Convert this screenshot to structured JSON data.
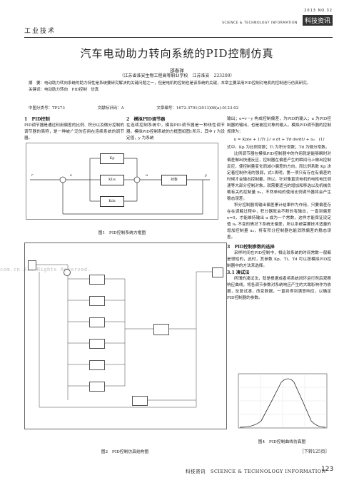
{
  "header": {
    "section": "工业技术",
    "year_issue": "2013 NO.32",
    "journal_en": "SCIENCE & TECHNOLOGY INFORMATION",
    "brand": "科技资讯"
  },
  "paper": {
    "title": "汽车电动助力转向系统的PID控制仿真",
    "author": "邵春祥",
    "affiliation": "（江苏省淮安生物工程高等职业学校　江苏淮安　223200）",
    "abstract": "摘　要：电动助力转向系统的助力特性是系统要研究解决的关键问题之一，但是电机的控制也是该系统的关键，本章主要采用PID控制对电机的控制进行仿真研究。",
    "keywords": "关键词：电动助力转向　PID控制　仿真",
    "clc": "中图分类号：TP273",
    "doc_code": "文献标识码：A",
    "article_id": "文章编号：1672-3791(2013)08(a)-0123-02"
  },
  "col1": {
    "heading": "1　PID控制",
    "text": "PID调节器是通过利用偏差的比例、积分以及微分控制的调节器的简称，是一种被广泛的应用在连续系统的调节器。"
  },
  "col2": {
    "heading": "2　模拟PID调节器",
    "text": "在连续控制系统中，模拟PID调节器是一种线性调节器，模拟PID控制系统的方框图如图1所示，其中 r 为设定值，y 为系统"
  },
  "col3": {
    "para1": "输出；e=r－y 构成控制偏差，为PID的输入；u 为PID控制器的输出，也是被控对象的输入。模拟PID调节器的控制规律为：",
    "equation": "u = Kp(e + 1/Ti ∫₀ᵗ e dt + Td de/dt) + u₀　(1)",
    "para2": "式中，Kp 为比例常数；Ti 为积分常数；Td 为微分常数。",
    "para3": "比例调节器在模拟PID控制器中的作用就是能够瞬时对偏差做出快速反应，控制器在偏差产生的瞬间马上做出控制反应，使控制量变化而减小偏差的方向，而比例系数 Kp 决定着控制作用的强弱，式1表明，第一项只有存在有偏差的时候才会输出控制量，所以，针对像直流电机的电枢电压调速等大部分控制对象，就需要适当的增加和移选以及机械负载有关的控制量 u₀，不然单纯的使用比例调节器将会产生稳态误差。",
    "para4": "积分控制器将输出偏差累计结果作为作用，只要偏差存在在调解过程中，积分器就会不断的有输出，一直到偏差 e=0，才能维持输出 u 成为一个常数，这样才能保证设定值 u₀ 不变的情况下系统无偏差，所以系统需要技术适量的增加控制量 u₀，将有积分控制器也能消除偏差的稳态误差。",
    "heading3": "3　PID控制参数的选择",
    "para5": "采样时间在PID控制中，相比较系统的时间常数一般都是很短的，此时，其参数 Kp、Ti、Td 可以按模拟PID控制器中的方法来选择。",
    "heading31": "3.1 凑试法",
    "para6": "所谓的凑试法，就是根据成者将系统闭环运行然后观察响应曲线，将各调节参数对系统响应产生的大致影响作为依据，反复试凑，改变数据，一直到得到满意响应，以确定PID控制器的参数。"
  },
  "fig1": {
    "caption": "图1　PID控制系统方框图",
    "kp": "Kp",
    "ki": "KI/s",
    "kd": "Kds",
    "plant": "对象",
    "r": "r",
    "e": "e",
    "u": "u",
    "y": "y"
  },
  "fig2": {
    "caption": "图2　PID控制仿真结构图"
  },
  "fig4": {
    "caption": "图4　PID控制曲线仿真图"
  },
  "continued": "［下转125页］",
  "footer": {
    "journal": "科技资讯　SCIENCE & TECHNOLOGY INFORMATION",
    "page": "123"
  },
  "watermark": "com.cn All Rights Reserved."
}
